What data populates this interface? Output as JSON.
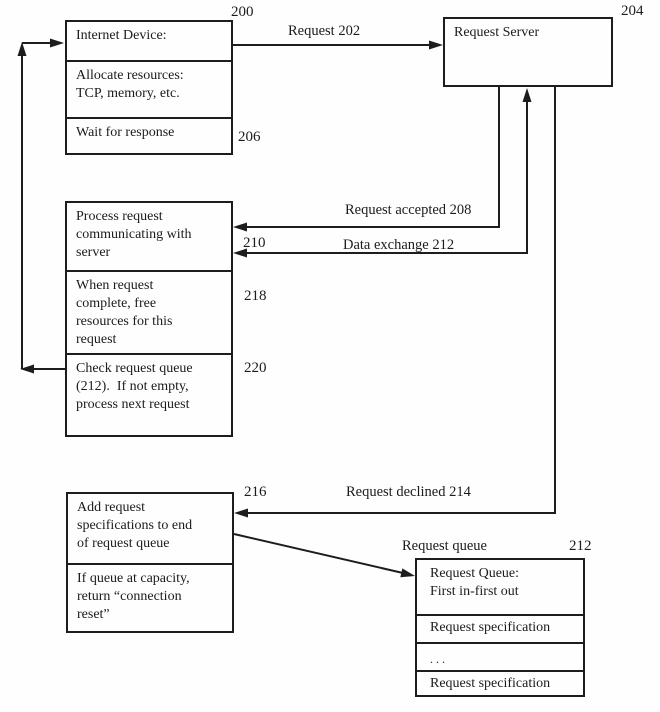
{
  "ink_color": "#1d1d1d",
  "background_color": "#fefefe",
  "boxes": {
    "internet_device": {
      "title": "Internet Device:",
      "allocate": "Allocate resources:\nTCP, memory, etc.",
      "wait": "Wait for response"
    },
    "request_server": {
      "title": "Request Server"
    },
    "process": {
      "communicate": "Process request\ncommunicating with\nserver",
      "complete": "When request\ncomplete, free\nresources for this\nrequest",
      "check": "Check request queue\n(212).  If not empty,\nprocess next request"
    },
    "add_request": {
      "add": "Add request\nspecifications to end\nof request queue",
      "capacity": "If queue at capacity,\nreturn “connection\nreset”"
    },
    "request_queue": {
      "title": "Request Queue:\nFirst in-first out",
      "spec1": "Request specification",
      "ellipsis": ". . .",
      "spec2": "Request specification"
    }
  },
  "refs": {
    "r200": "200",
    "r204": "204",
    "r206": "206",
    "r210": "210",
    "r216": "216",
    "r218": "218",
    "r220": "220",
    "r212_queue": "212"
  },
  "arrow_labels": {
    "request": "Request 202",
    "accepted": "Request accepted 208",
    "data_exchange": "Data exchange 212",
    "declined": "Request declined 214"
  },
  "captions": {
    "request_queue": "Request queue"
  }
}
